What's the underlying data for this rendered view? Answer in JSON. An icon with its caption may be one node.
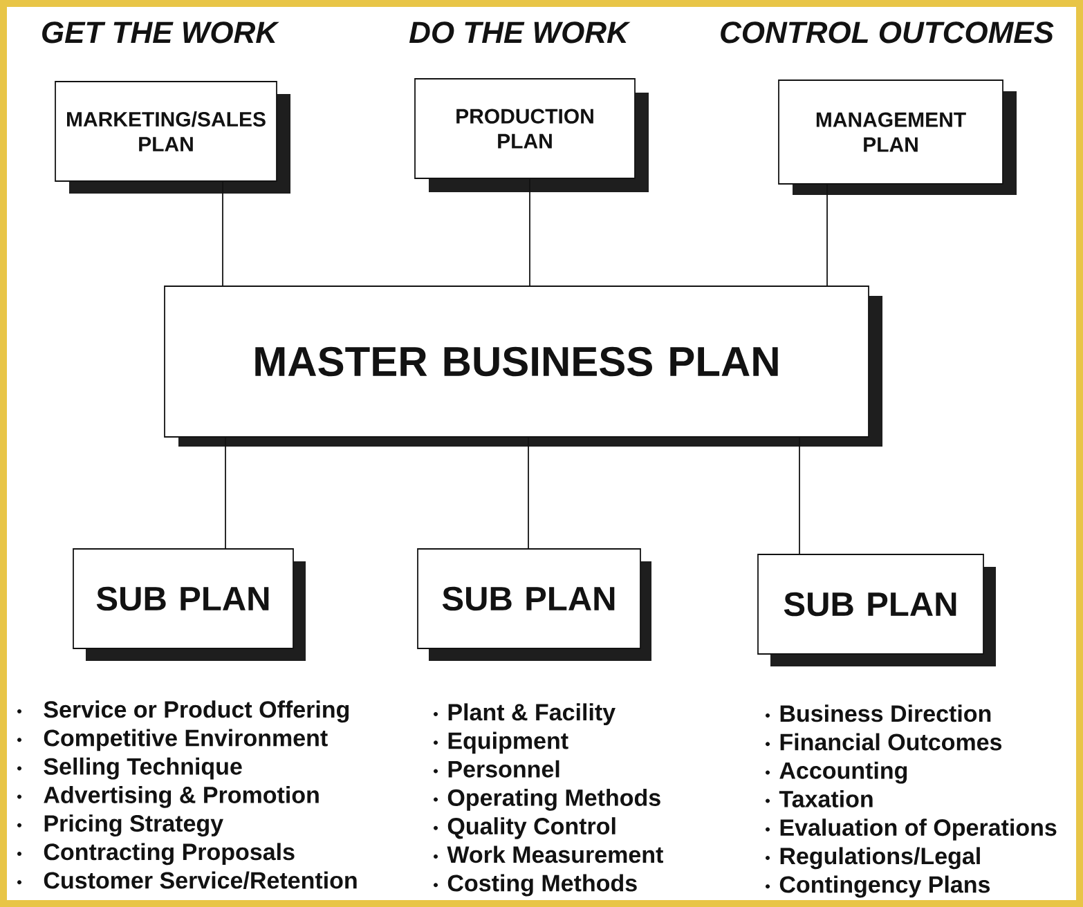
{
  "diagram": {
    "labels": [
      "GET THE WORK",
      "DO THE WORK",
      "CONTROL OUTCOMES"
    ],
    "nodes": [
      {
        "text": [
          "MARKETING/SALES PLAN"
        ]
      },
      {
        "text": [
          "PRODUCTION PLAN"
        ]
      },
      {
        "text": [
          "MANAGEMENT PLAN"
        ]
      },
      {
        "text": [
          "MASTER BUSINESS PLAN"
        ]
      },
      {
        "text": [
          "SUB PLAN"
        ],
        "beside": [
          "Service or Product Offering",
          "Competitive Environment",
          "Selling Technique",
          "Advertising & Promotion",
          "Pricing Strategy",
          "Contracting Proposals",
          "Customer Service/Retention"
        ]
      },
      {
        "text": [
          "SUB PLAN"
        ],
        "beside": [
          "Plant & Facility",
          "Equipment",
          "Personnel",
          "Operating Methods",
          "Quality Control",
          "Work Measurement",
          "Costing Methods"
        ]
      },
      {
        "text": [
          "SUB PLAN"
        ],
        "beside": [
          "Business Direction",
          "Financial Outcomes",
          "Accounting",
          "Taxation",
          "Evaluation of Operations",
          "Regulations/Legal",
          "Contingency Plans"
        ]
      }
    ],
    "edges": [
      {
        "from": 0,
        "to": 3,
        "arrow": "none"
      },
      {
        "from": 1,
        "to": 3,
        "arrow": "none"
      },
      {
        "from": 2,
        "to": 3,
        "arrow": "none"
      },
      {
        "from": 3,
        "to": 4,
        "arrow": "none"
      },
      {
        "from": 3,
        "to": 5,
        "arrow": "none"
      },
      {
        "from": 3,
        "to": 6,
        "arrow": "none"
      }
    ]
  }
}
